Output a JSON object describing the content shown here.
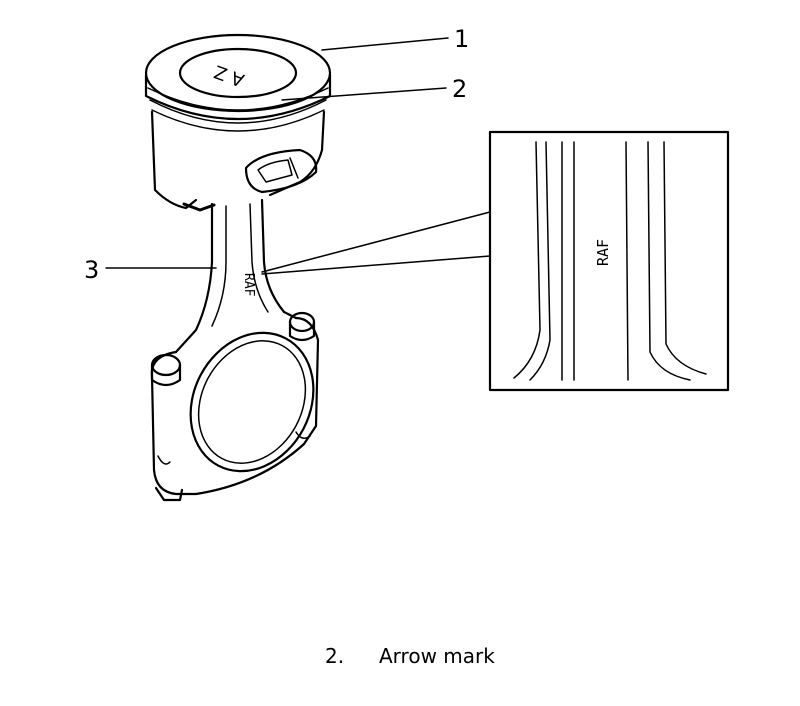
{
  "callouts": {
    "c1": "1",
    "c2": "2",
    "c3": "3"
  },
  "marks": {
    "crown": "A Z",
    "rod": "RAF",
    "inset": "RAF"
  },
  "caption": {
    "number": "2.",
    "text": "Arrow mark"
  }
}
